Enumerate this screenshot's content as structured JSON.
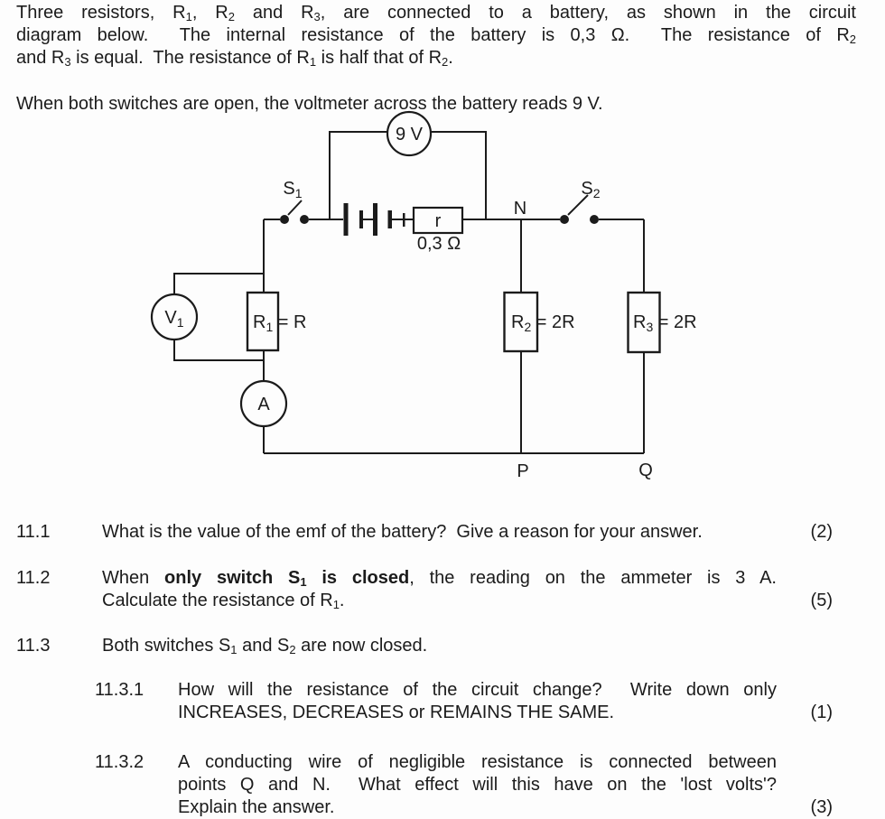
{
  "page": {
    "background": "#fdfdfd",
    "ink": "#1b1b1b"
  },
  "intro": {
    "l1": [
      "Three resistors, R",
      "1",
      ", R",
      "2",
      " and R",
      "3",
      ", are connected to a battery, as shown in the circuit"
    ],
    "l2": [
      "diagram below.  The internal resistance of the battery is 0,3 Ω.  The resistance of R",
      "2"
    ],
    "l3": [
      "and R",
      "3",
      " is equal.  The resistance of R",
      "1",
      " is half that of R",
      "2",
      "."
    ],
    "p2": "When both switches are open, the voltmeter across the battery reads 9 V."
  },
  "diagram": {
    "voltmeter_reading": "9 V",
    "switch_s1": [
      "S",
      "1"
    ],
    "switch_s2": [
      "S",
      "2"
    ],
    "internal_resistance_label": "r",
    "internal_resistance_value": "0,3 Ω",
    "node_n": "N",
    "node_p": "P",
    "node_q": "Q",
    "resistor_r1": [
      "R",
      "1",
      " = R"
    ],
    "resistor_r2": [
      "R",
      "2",
      " = 2R"
    ],
    "resistor_r3": [
      "R",
      "3",
      " = 2R"
    ],
    "voltmeter_v1": [
      "V",
      "1"
    ],
    "ammeter_label": "A"
  },
  "questions": {
    "q11_1": {
      "num": "11.1",
      "text": "What is the value of the emf of the battery?  Give a reason for your answer.",
      "marks": "(2)"
    },
    "q11_2": {
      "num": "11.2",
      "l1": [
        "When ",
        "only switch S",
        "1",
        " is closed",
        ", the reading on the ammeter is 3 A."
      ],
      "l2": [
        "Calculate the resistance of R",
        "1",
        "."
      ],
      "marks": "(5)"
    },
    "q11_3": {
      "num": "11.3",
      "text": [
        "Both switches S",
        "1",
        " and S",
        "2",
        " are now closed."
      ]
    },
    "q11_3_1": {
      "num": "11.3.1",
      "l1": "How will the resistance of the circuit change?  Write down only",
      "l2": "INCREASES, DECREASES or REMAINS THE SAME.",
      "marks": "(1)"
    },
    "q11_3_2": {
      "num": "11.3.2",
      "l1": "A conducting wire of negligible resistance is connected between",
      "l2": "points Q and N.  What effect will this have on the 'lost volts'?",
      "l3": "Explain the answer.",
      "marks": "(3)"
    }
  }
}
